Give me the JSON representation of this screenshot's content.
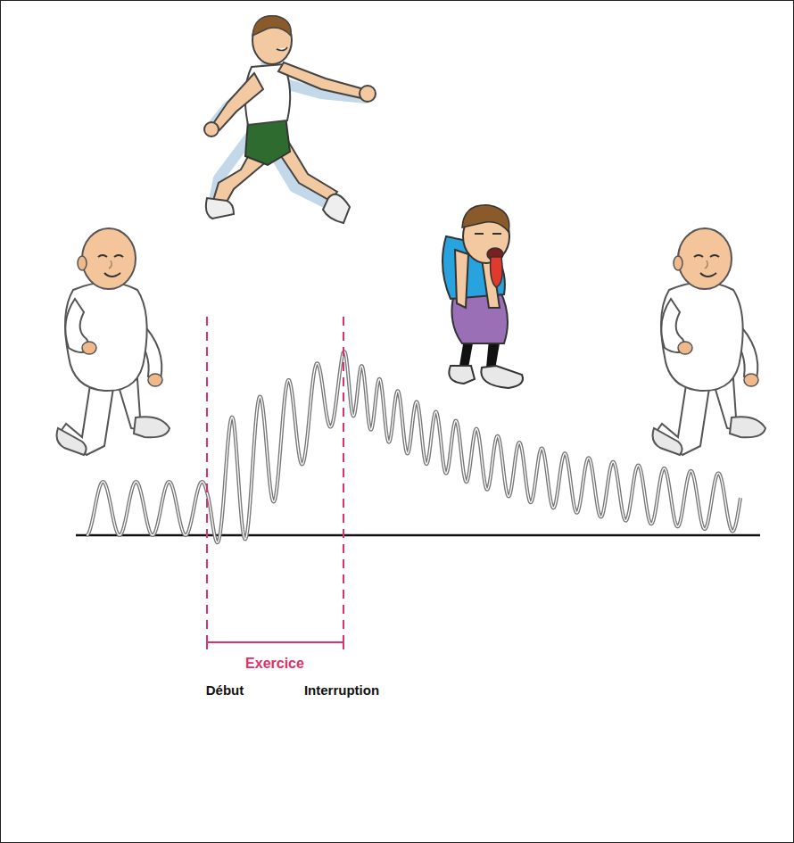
{
  "diagram": {
    "labels": [
      "Exercice",
      "Début",
      "Interruption"
    ]
  }
}
